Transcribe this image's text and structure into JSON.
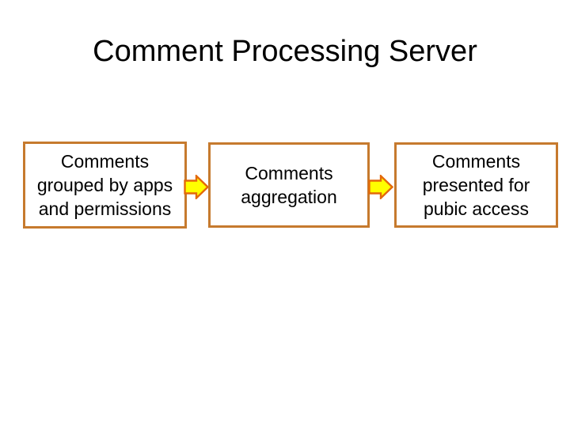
{
  "slide": {
    "title": "Comment Processing Server",
    "boxes": [
      {
        "name": "comments-grouped",
        "lines": [
          "Comments",
          "grouped by apps",
          "and permissions"
        ]
      },
      {
        "name": "comments-aggregation",
        "lines": [
          "Comments",
          "aggregation"
        ]
      },
      {
        "name": "comments-presented",
        "lines": [
          "Comments",
          "presented for",
          "pubic access"
        ]
      }
    ],
    "arrows": [
      {
        "icon": "right-block-arrow"
      },
      {
        "icon": "right-block-arrow"
      }
    ],
    "colors": {
      "background": "#FFFFFF",
      "title_text": "#000000",
      "box_fill": "#FFFFFF",
      "box_border": "#C67A2E",
      "box_text": "#000000",
      "arrow_fill": "#FFFF00",
      "arrow_outline": "#E3690A"
    }
  }
}
